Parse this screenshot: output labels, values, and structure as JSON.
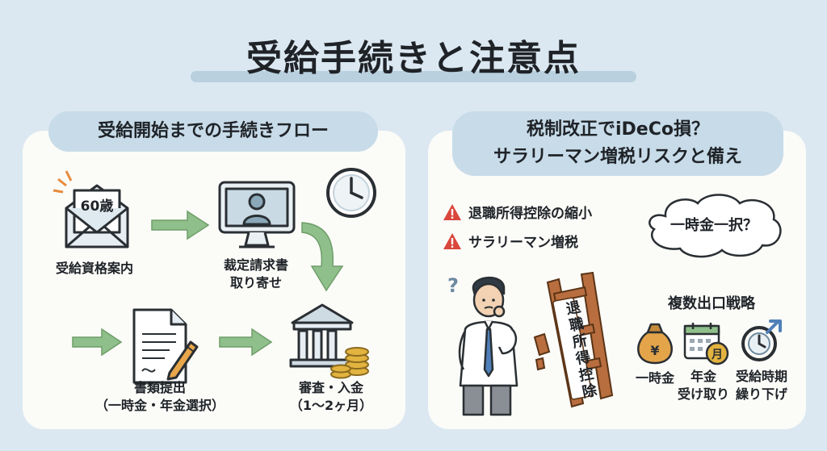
{
  "title": "受給手続きと注意点",
  "left": {
    "header": "受給開始までの手続きフロー",
    "envelope_badge": "60歳",
    "steps": [
      {
        "label": "受給資格案内"
      },
      {
        "label": "裁定請求書\n取り寄せ"
      },
      {
        "label": "書類提出\n（一時金・年金選択）"
      },
      {
        "label": "審査・入金\n（1〜2ヶ月）"
      }
    ]
  },
  "right": {
    "header": "税制改正でiDeCo損？\nサラリーマン増税リスクと備え",
    "warnings": [
      "退職所得控除の縮小",
      "サラリーマン増税"
    ],
    "thought": "一時金一択？",
    "ladder_text": "退職所得控除",
    "strategy_title": "複数出口戦略",
    "calendar_badge": "月",
    "bag_symbol": "¥",
    "strategies": [
      {
        "label": "一時金"
      },
      {
        "label": "年金\n受け取り"
      },
      {
        "label": "受給時期\n繰り下げ"
      }
    ]
  },
  "colors": {
    "background": "#dbe8f1",
    "panel": "#fbfbf8",
    "pill": "#c7dbe8",
    "arrow_green": "#8fbf8a",
    "warning_red": "#d9473d",
    "ladder_brown": "#b96e3f",
    "coin_gold": "#e2b33f"
  }
}
